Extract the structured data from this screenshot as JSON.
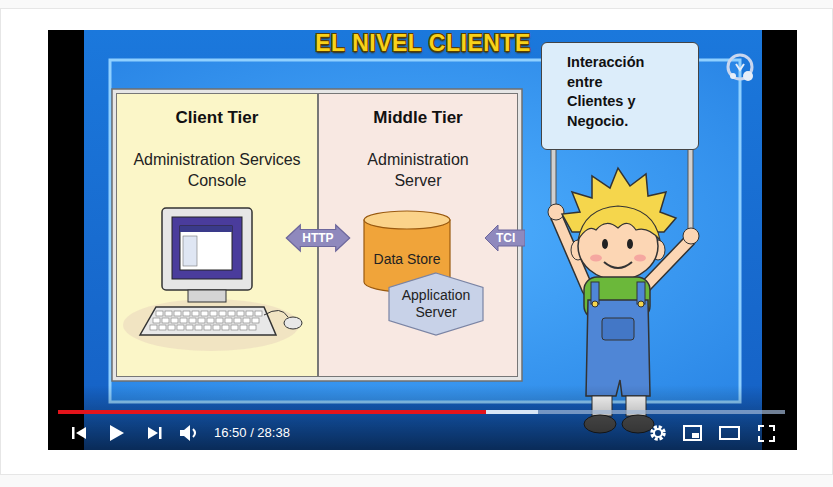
{
  "diagram": {
    "title": "EL NIVEL CLIENTE",
    "nodes": [
      {
        "text": [
          "Client Tier",
          "Administration Services Console"
        ]
      },
      {
        "text": [
          "Middle Tier",
          "Administration Server"
        ]
      },
      {
        "text": [
          "Data Store"
        ],
        "in": 1
      },
      {
        "text": [
          "Application Server"
        ],
        "in": 1
      },
      {
        "text": [
          "Interacción entre Clientes y Negocio."
        ]
      }
    ],
    "edges": [
      {
        "from": 0,
        "to": 1,
        "label": "HTTP",
        "arrow": "both"
      }
    ],
    "labels": [
      "16:50 / 28:38",
      "TCI"
    ]
  }
}
